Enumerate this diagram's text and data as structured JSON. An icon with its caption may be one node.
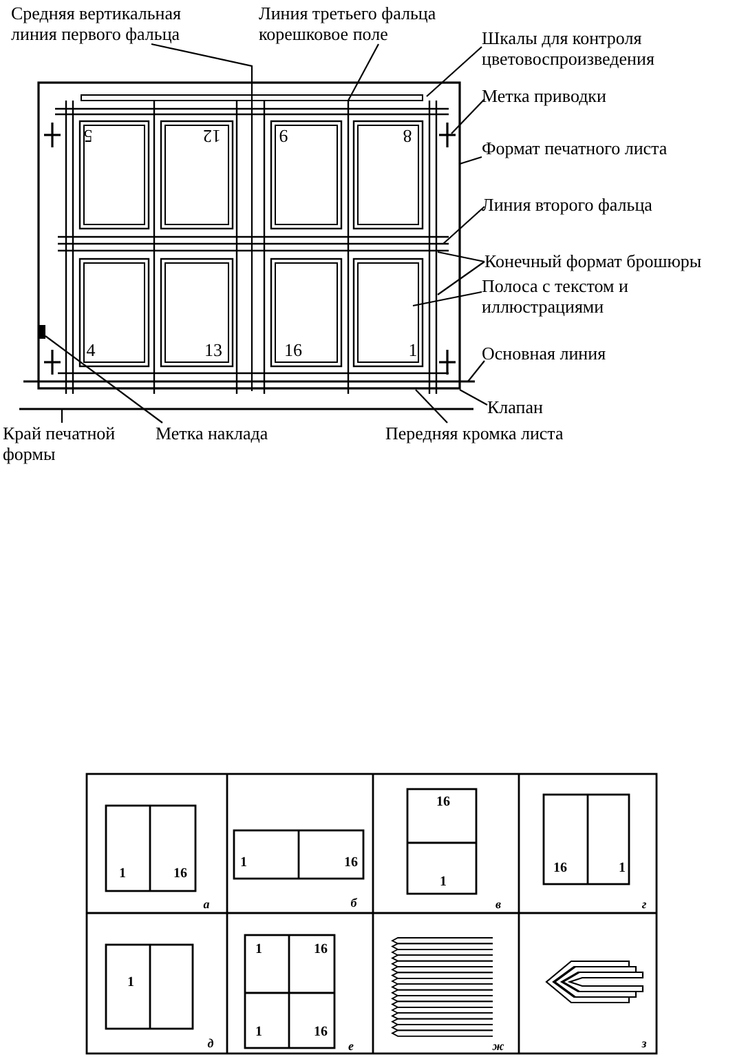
{
  "diagram": {
    "nodes": [
      {
        "text": [
          "Средняя вертикальная линия первого фальца"
        ]
      },
      {
        "text": [
          "Линия третьего фальца корешковое поле"
        ]
      },
      {
        "text": [
          "Шкалы для контроля цветовоспроизведения"
        ]
      },
      {
        "text": [
          "Метка приводки"
        ]
      },
      {
        "text": [
          "Формат печатного листа"
        ]
      },
      {
        "text": [
          "Линия второго фальца"
        ]
      },
      {
        "text": [
          "Конечный формат брошюры"
        ]
      },
      {
        "text": [
          "Полоса с текстом и иллюстрациями"
        ]
      },
      {
        "text": [
          "Основная линия"
        ]
      },
      {
        "text": [
          "Клапан"
        ]
      },
      {
        "text": [
          "Край печатной формы"
        ]
      },
      {
        "text": [
          "Метка наклада"
        ]
      },
      {
        "text": [
          "Передняя кромка листа"
        ]
      },
      {
        "text": [],
        "shape": "box"
      }
    ],
    "edges": [
      {
        "from": 0,
        "to": null,
        "arrow": "none"
      },
      {
        "from": 1,
        "to": null,
        "arrow": "none"
      },
      {
        "from": 2,
        "to": null,
        "arrow": "none"
      },
      {
        "from": 3,
        "to": null,
        "arrow": "none"
      },
      {
        "from": 4,
        "to": null,
        "arrow": "none"
      },
      {
        "from": 5,
        "to": null,
        "arrow": "none"
      },
      {
        "from": 6,
        "to": null,
        "arrow": "none"
      },
      {
        "from": 6,
        "to": null,
        "arrow": "none"
      },
      {
        "from": 7,
        "to": null,
        "arrow": "none"
      },
      {
        "from": 8,
        "to": null,
        "arrow": "none"
      },
      {
        "from": 9,
        "to": null,
        "arrow": "none"
      },
      {
        "from": 10,
        "to": null,
        "arrow": "none"
      },
      {
        "from": 11,
        "to": 13,
        "arrow": "none"
      },
      {
        "from": 12,
        "to": null,
        "arrow": "none"
      }
    ],
    "labels": [
      "5",
      "12",
      "9",
      "8",
      "4",
      "13",
      "16",
      "1",
      "1",
      "16",
      "а",
      "1",
      "16",
      "б",
      "16",
      "1",
      "в",
      "16",
      "1",
      "г",
      "1",
      "д",
      "1",
      "16",
      "1",
      "16",
      "е",
      "ж",
      "з"
    ]
  }
}
